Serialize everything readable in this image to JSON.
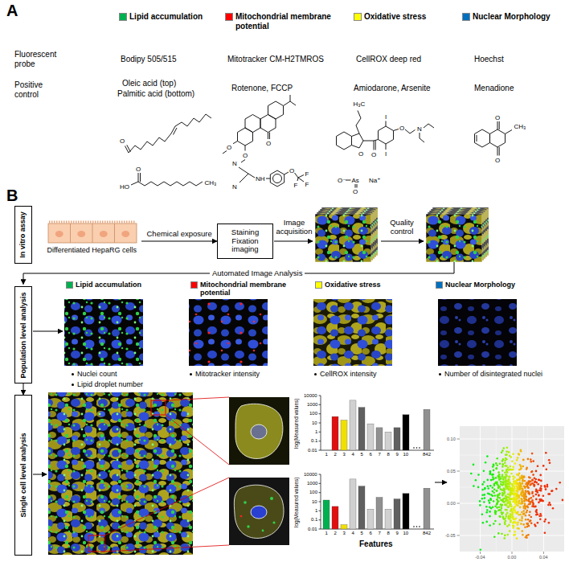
{
  "diagram": {
    "nodes": [
      {
        "text": [
          "In vitro assay"
        ]
      },
      {
        "text": [
          "Differentiated HepaRG cells"
        ]
      },
      {
        "text": [
          "Staining Fixation imaging"
        ]
      },
      {
        "text": [
          "Population level analysis"
        ]
      },
      {
        "text": [
          "Single cell level analysis"
        ]
      }
    ],
    "edges": [
      {
        "from": 1,
        "to": 2,
        "arrow": "to",
        "label": "Chemical exposure"
      },
      {
        "from": 3,
        "to": 4,
        "arrow": "to"
      }
    ],
    "labels": [
      "A",
      "Fluorescent probe",
      "Positive control",
      "Bodipy 505/515",
      "Mitotracker CM-H2TMROS",
      "CellROX deep red",
      "Hoechst",
      "Oleic acid (top)",
      "Palmitic acid (bottom)",
      "Rotenone, FCCP",
      "Amiodarone, Arsenite",
      "Menadione",
      "O",
      "HO",
      "O",
      "CH₃",
      "O",
      "O",
      "O",
      "N",
      "N",
      "NH",
      "O",
      "F",
      "F",
      "F",
      "H₃C",
      "O",
      "O",
      "I",
      "I",
      "O",
      "N",
      "O⁻",
      "As",
      "O",
      "Na⁺",
      "O",
      "O",
      "CH₃",
      "B",
      "Image acquisition",
      "Quality control",
      "Automated Image Analysis",
      "Nuclei count",
      "Lipid droplet number",
      "Mitotracker intensity",
      "CellROX intensity",
      "Number of disintegrated nuclei",
      "log(Measured values)",
      "10000",
      "1000",
      "100",
      "10",
      "1",
      "0.1",
      "0.01",
      "1",
      "2",
      "3",
      "4",
      "5",
      "6",
      "7",
      "8",
      "9",
      "10",
      "842",
      "log(Measured values)",
      "10000",
      "1000",
      "100",
      "10",
      "1",
      "0.1",
      "0.01",
      "1",
      "2",
      "3",
      "4",
      "5",
      "6",
      "7",
      "8",
      "9",
      "10",
      "842",
      "Features",
      "0.10",
      "0.05",
      "0.00",
      "-0.05",
      "-0.04",
      "0.00",
      "0.04"
    ],
    "legend": [
      {
        "text": "Lipid accumulation",
        "color": "#00b050"
      },
      {
        "text": "Mitochondrial membrane potential",
        "color": "#ff0000"
      },
      {
        "text": "Oxidative stress",
        "color": "#ffff00"
      },
      {
        "text": "Nuclear Morphology",
        "color": "#0070c0"
      },
      {
        "text": "Lipid accumulation",
        "color": "#00b050"
      },
      {
        "text": "Mitochondrial membrane potential",
        "color": "#ff0000"
      },
      {
        "text": "Oxidative stress",
        "color": "#ffff00"
      },
      {
        "text": "Nuclear Morphology",
        "color": "#0070c0"
      }
    ]
  }
}
